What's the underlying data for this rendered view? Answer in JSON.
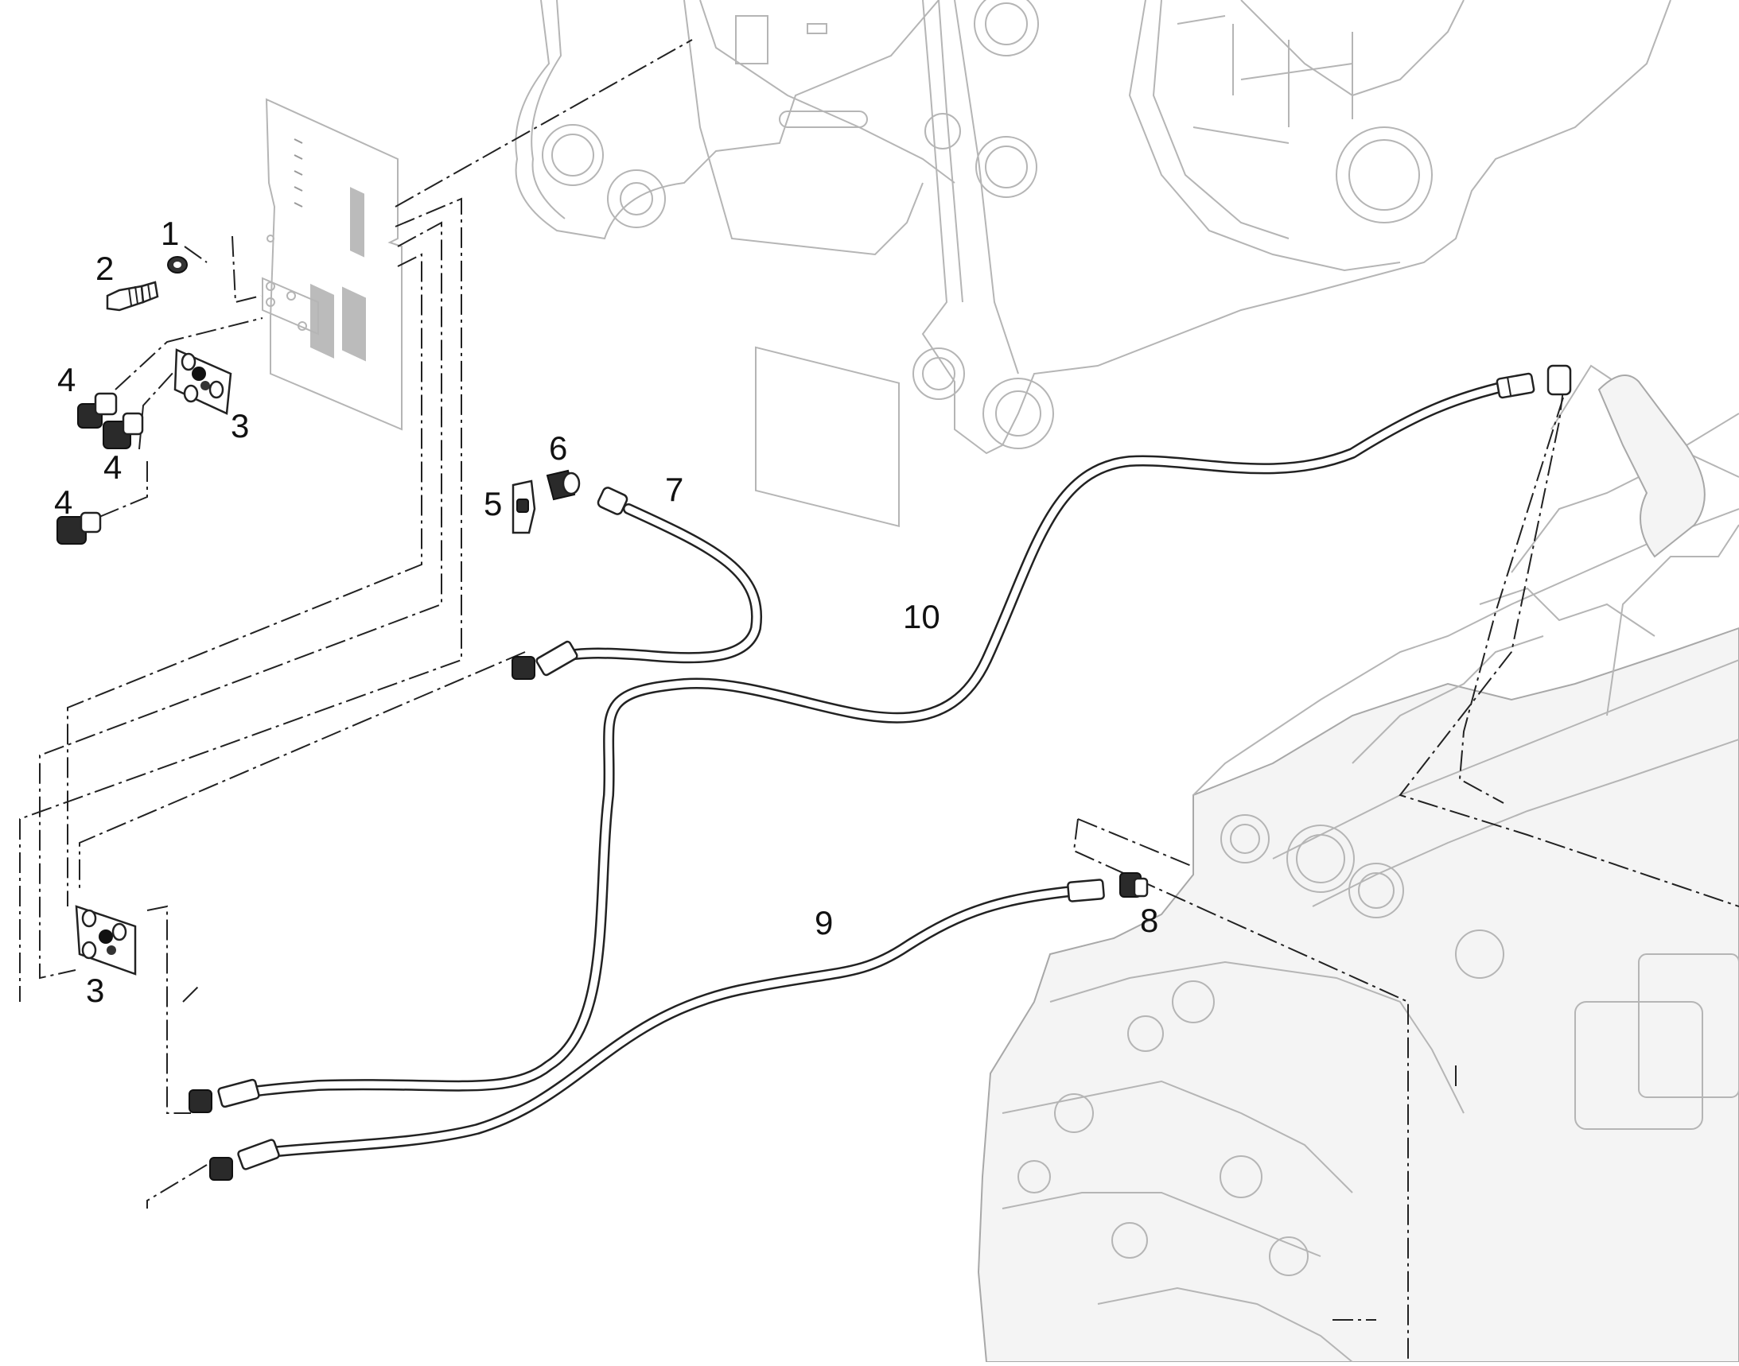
{
  "diagram": {
    "callouts": [
      {
        "id": "c1",
        "text": "1"
      },
      {
        "id": "c2",
        "text": "2"
      },
      {
        "id": "c3a",
        "text": "3"
      },
      {
        "id": "c3b",
        "text": "3"
      },
      {
        "id": "c4a",
        "text": "4"
      },
      {
        "id": "c4b",
        "text": "4"
      },
      {
        "id": "c4c",
        "text": "4"
      },
      {
        "id": "c5",
        "text": "5"
      },
      {
        "id": "c6",
        "text": "6"
      },
      {
        "id": "c7",
        "text": "7"
      },
      {
        "id": "c8",
        "text": "8"
      },
      {
        "id": "c9",
        "text": "9"
      },
      {
        "id": "c10",
        "text": "10"
      }
    ]
  }
}
